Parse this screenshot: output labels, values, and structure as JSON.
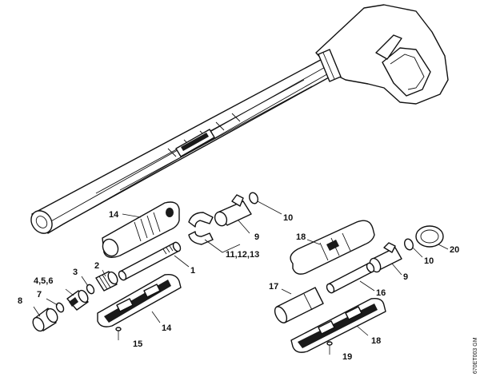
{
  "labels": {
    "p1": "1",
    "p2": "2",
    "p3": "3",
    "p456": "4,5,6",
    "p7": "7",
    "p8": "8",
    "p9a": "9",
    "p9b": "9",
    "p10a": "10",
    "p10b": "10",
    "p111213": "11,12,13",
    "p14a": "14",
    "p14b": "14",
    "p15": "15",
    "p16": "16",
    "p17": "17",
    "p18a": "18",
    "p18b": "18",
    "p19": "19",
    "p20": "20"
  },
  "drawing_code": "670ET003 GM"
}
